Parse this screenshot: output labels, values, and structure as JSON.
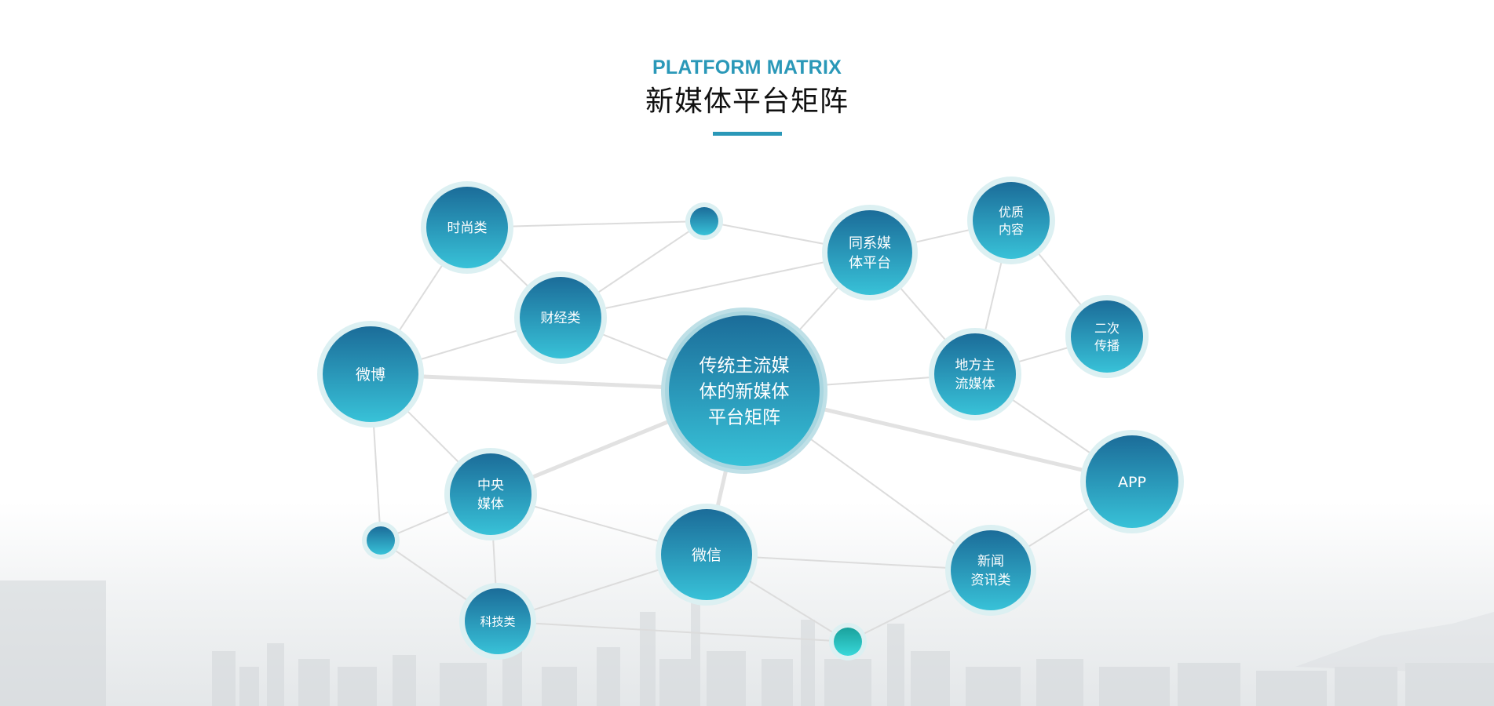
{
  "header": {
    "subtitle_en": "PLATFORM MATRIX",
    "title_cn": "新媒体平台矩阵"
  },
  "colors": {
    "accent": "#2a98b8",
    "node_top": "#1c6f9a",
    "node_bottom": "#37bfd6",
    "teal_top": "#1aa39e",
    "teal_bottom": "#36d6d8",
    "halo": "#d9eef0",
    "edge": "#dcdcdc"
  },
  "nodes": [
    {
      "id": "center",
      "lines": [
        "传统主流媒",
        "体的新媒体",
        "平台矩阵"
      ],
      "kind": "center"
    },
    {
      "id": "fashion",
      "lines": [
        "时尚类"
      ]
    },
    {
      "id": "finance",
      "lines": [
        "财经类"
      ]
    },
    {
      "id": "weibo",
      "lines": [
        "微博"
      ]
    },
    {
      "id": "central",
      "lines": [
        "中央",
        "媒体"
      ]
    },
    {
      "id": "tech",
      "lines": [
        "科技类"
      ]
    },
    {
      "id": "wechat",
      "lines": [
        "微信"
      ]
    },
    {
      "id": "news",
      "lines": [
        "新闻",
        "资讯类"
      ]
    },
    {
      "id": "app",
      "lines": [
        "APP"
      ]
    },
    {
      "id": "local",
      "lines": [
        "地方主",
        "流媒体"
      ]
    },
    {
      "id": "secondary",
      "lines": [
        "二次",
        "传播"
      ]
    },
    {
      "id": "quality",
      "lines": [
        "优质",
        "内容"
      ]
    },
    {
      "id": "samesys",
      "lines": [
        "同系媒",
        "体平台"
      ]
    },
    {
      "id": "dot_top",
      "lines": []
    },
    {
      "id": "dot_left",
      "lines": []
    },
    {
      "id": "dot_bottom",
      "lines": [],
      "kind": "teal"
    }
  ],
  "edges": [
    [
      "fashion",
      "dot_top"
    ],
    [
      "fashion",
      "finance"
    ],
    [
      "fashion",
      "weibo"
    ],
    [
      "finance",
      "dot_top"
    ],
    [
      "finance",
      "samesys"
    ],
    [
      "finance",
      "weibo"
    ],
    [
      "finance",
      "center"
    ],
    [
      "dot_top",
      "samesys"
    ],
    [
      "weibo",
      "center",
      "thick"
    ],
    [
      "weibo",
      "central"
    ],
    [
      "weibo",
      "dot_left"
    ],
    [
      "central",
      "center",
      "thick"
    ],
    [
      "central",
      "dot_left"
    ],
    [
      "central",
      "tech"
    ],
    [
      "central",
      "wechat"
    ],
    [
      "dot_left",
      "tech"
    ],
    [
      "tech",
      "wechat"
    ],
    [
      "tech",
      "dot_bottom"
    ],
    [
      "wechat",
      "center",
      "thick"
    ],
    [
      "wechat",
      "news"
    ],
    [
      "wechat",
      "dot_bottom"
    ],
    [
      "center",
      "samesys"
    ],
    [
      "center",
      "local"
    ],
    [
      "center",
      "app",
      "thick"
    ],
    [
      "center",
      "news"
    ],
    [
      "samesys",
      "quality"
    ],
    [
      "samesys",
      "local"
    ],
    [
      "quality",
      "local"
    ],
    [
      "quality",
      "secondary"
    ],
    [
      "local",
      "secondary"
    ],
    [
      "local",
      "app"
    ],
    [
      "app",
      "news"
    ],
    [
      "news",
      "dot_bottom"
    ]
  ]
}
